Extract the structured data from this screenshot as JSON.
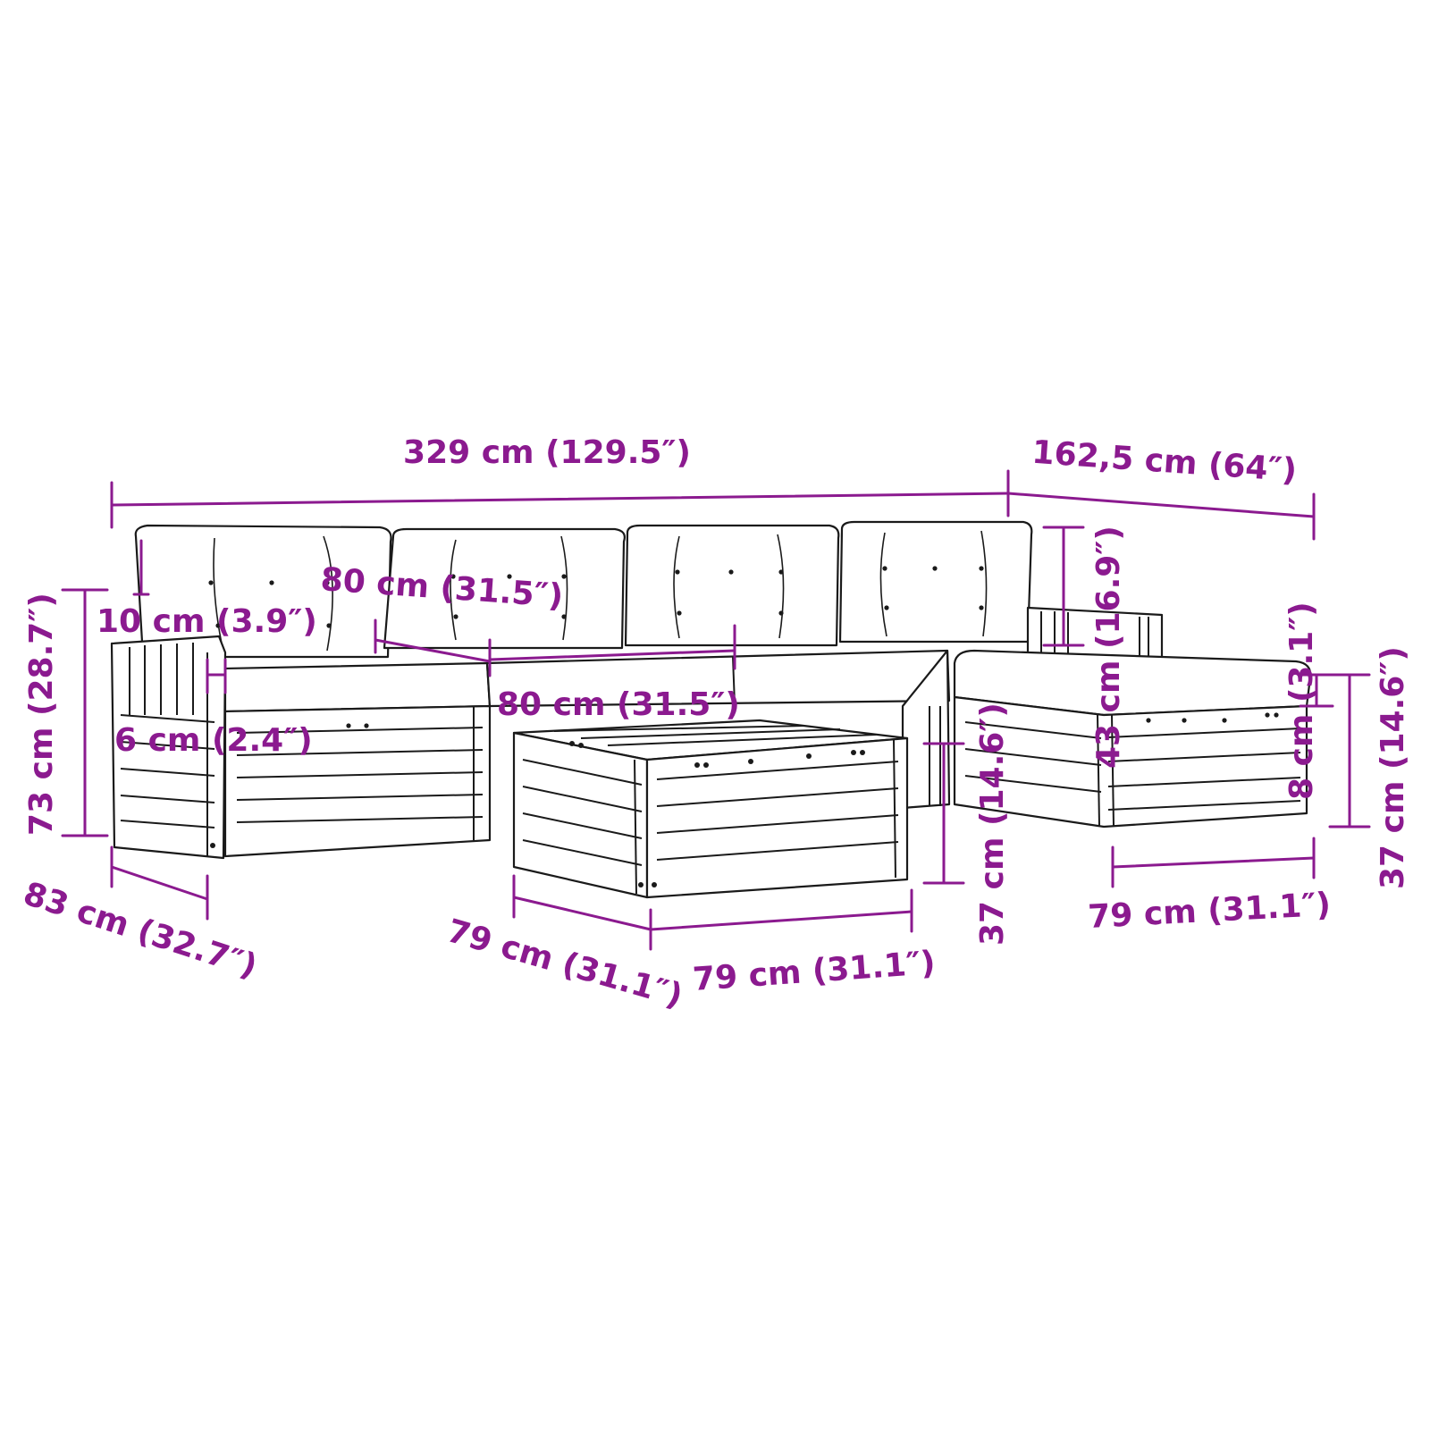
{
  "colors": {
    "dimension": "#8b1a8f",
    "line_art": "#1a1a1a",
    "background": "#ffffff"
  },
  "dimensions": {
    "total_length": "329 cm (129.5″)",
    "total_depth_right": "162,5 cm (64″)",
    "armrest_height_gap": "10 cm (3.9″)",
    "seat_width_back": "80 cm (31.5″)",
    "seat_width_front": "80 cm (31.5″)",
    "armrest_thickness": "6 cm (2.4″)",
    "total_height": "73 cm (28.7″)",
    "seat_depth_left": "83 cm (32.7″)",
    "backrest_height": "43 cm (16.9″)",
    "cushion_thickness": "8 cm (3.1″)",
    "ottoman_height": "37 cm (14.6″)",
    "table_height": "37 cm (14.6″)",
    "table_depth": "79 cm (31.1″)",
    "table_width": "79 cm (31.1″)",
    "ottoman_width": "79 cm (31.1″)"
  }
}
